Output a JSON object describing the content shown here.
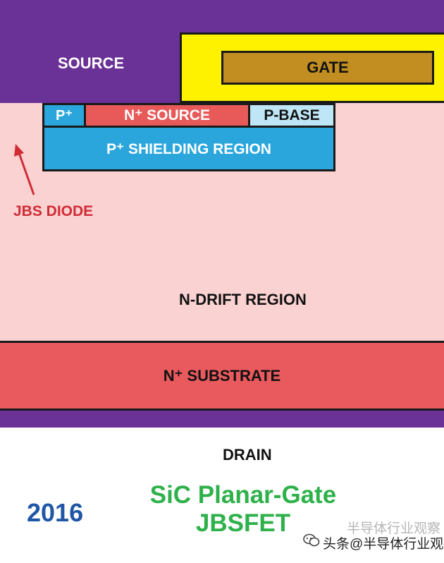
{
  "layers": {
    "source": "SOURCE",
    "gate": "GATE",
    "p_plus": "P⁺",
    "n_plus_source": "N⁺ SOURCE",
    "p_base": "P-BASE",
    "p_plus_shielding": "P⁺ SHIELDING REGION",
    "n_drift": "N-DRIFT REGION",
    "n_plus_substrate": "N⁺ SUBSTRATE",
    "drain": "DRAIN"
  },
  "annotation": {
    "jbs_diode": "JBS DIODE"
  },
  "caption": {
    "year": "2016",
    "title_line1": "SiC Planar-Gate",
    "title_line2": "JBSFET"
  },
  "watermark": {
    "line1": "半导体行业观察",
    "line2": "头条@半导体行业观察"
  },
  "colors": {
    "metal": "#6a3196",
    "gate_oxide": "#fff200",
    "gate_poly": "#c28e22",
    "p_plus": "#2aa6dc",
    "n_plus_source": "#e85a5a",
    "p_base": "#bfe6f7",
    "n_drift": "#fad2d2",
    "n_plus_substrate": "#e95a5e",
    "arrow": "#d02c36",
    "title_green": "#2eb14a",
    "year_blue": "#1f56a6"
  }
}
